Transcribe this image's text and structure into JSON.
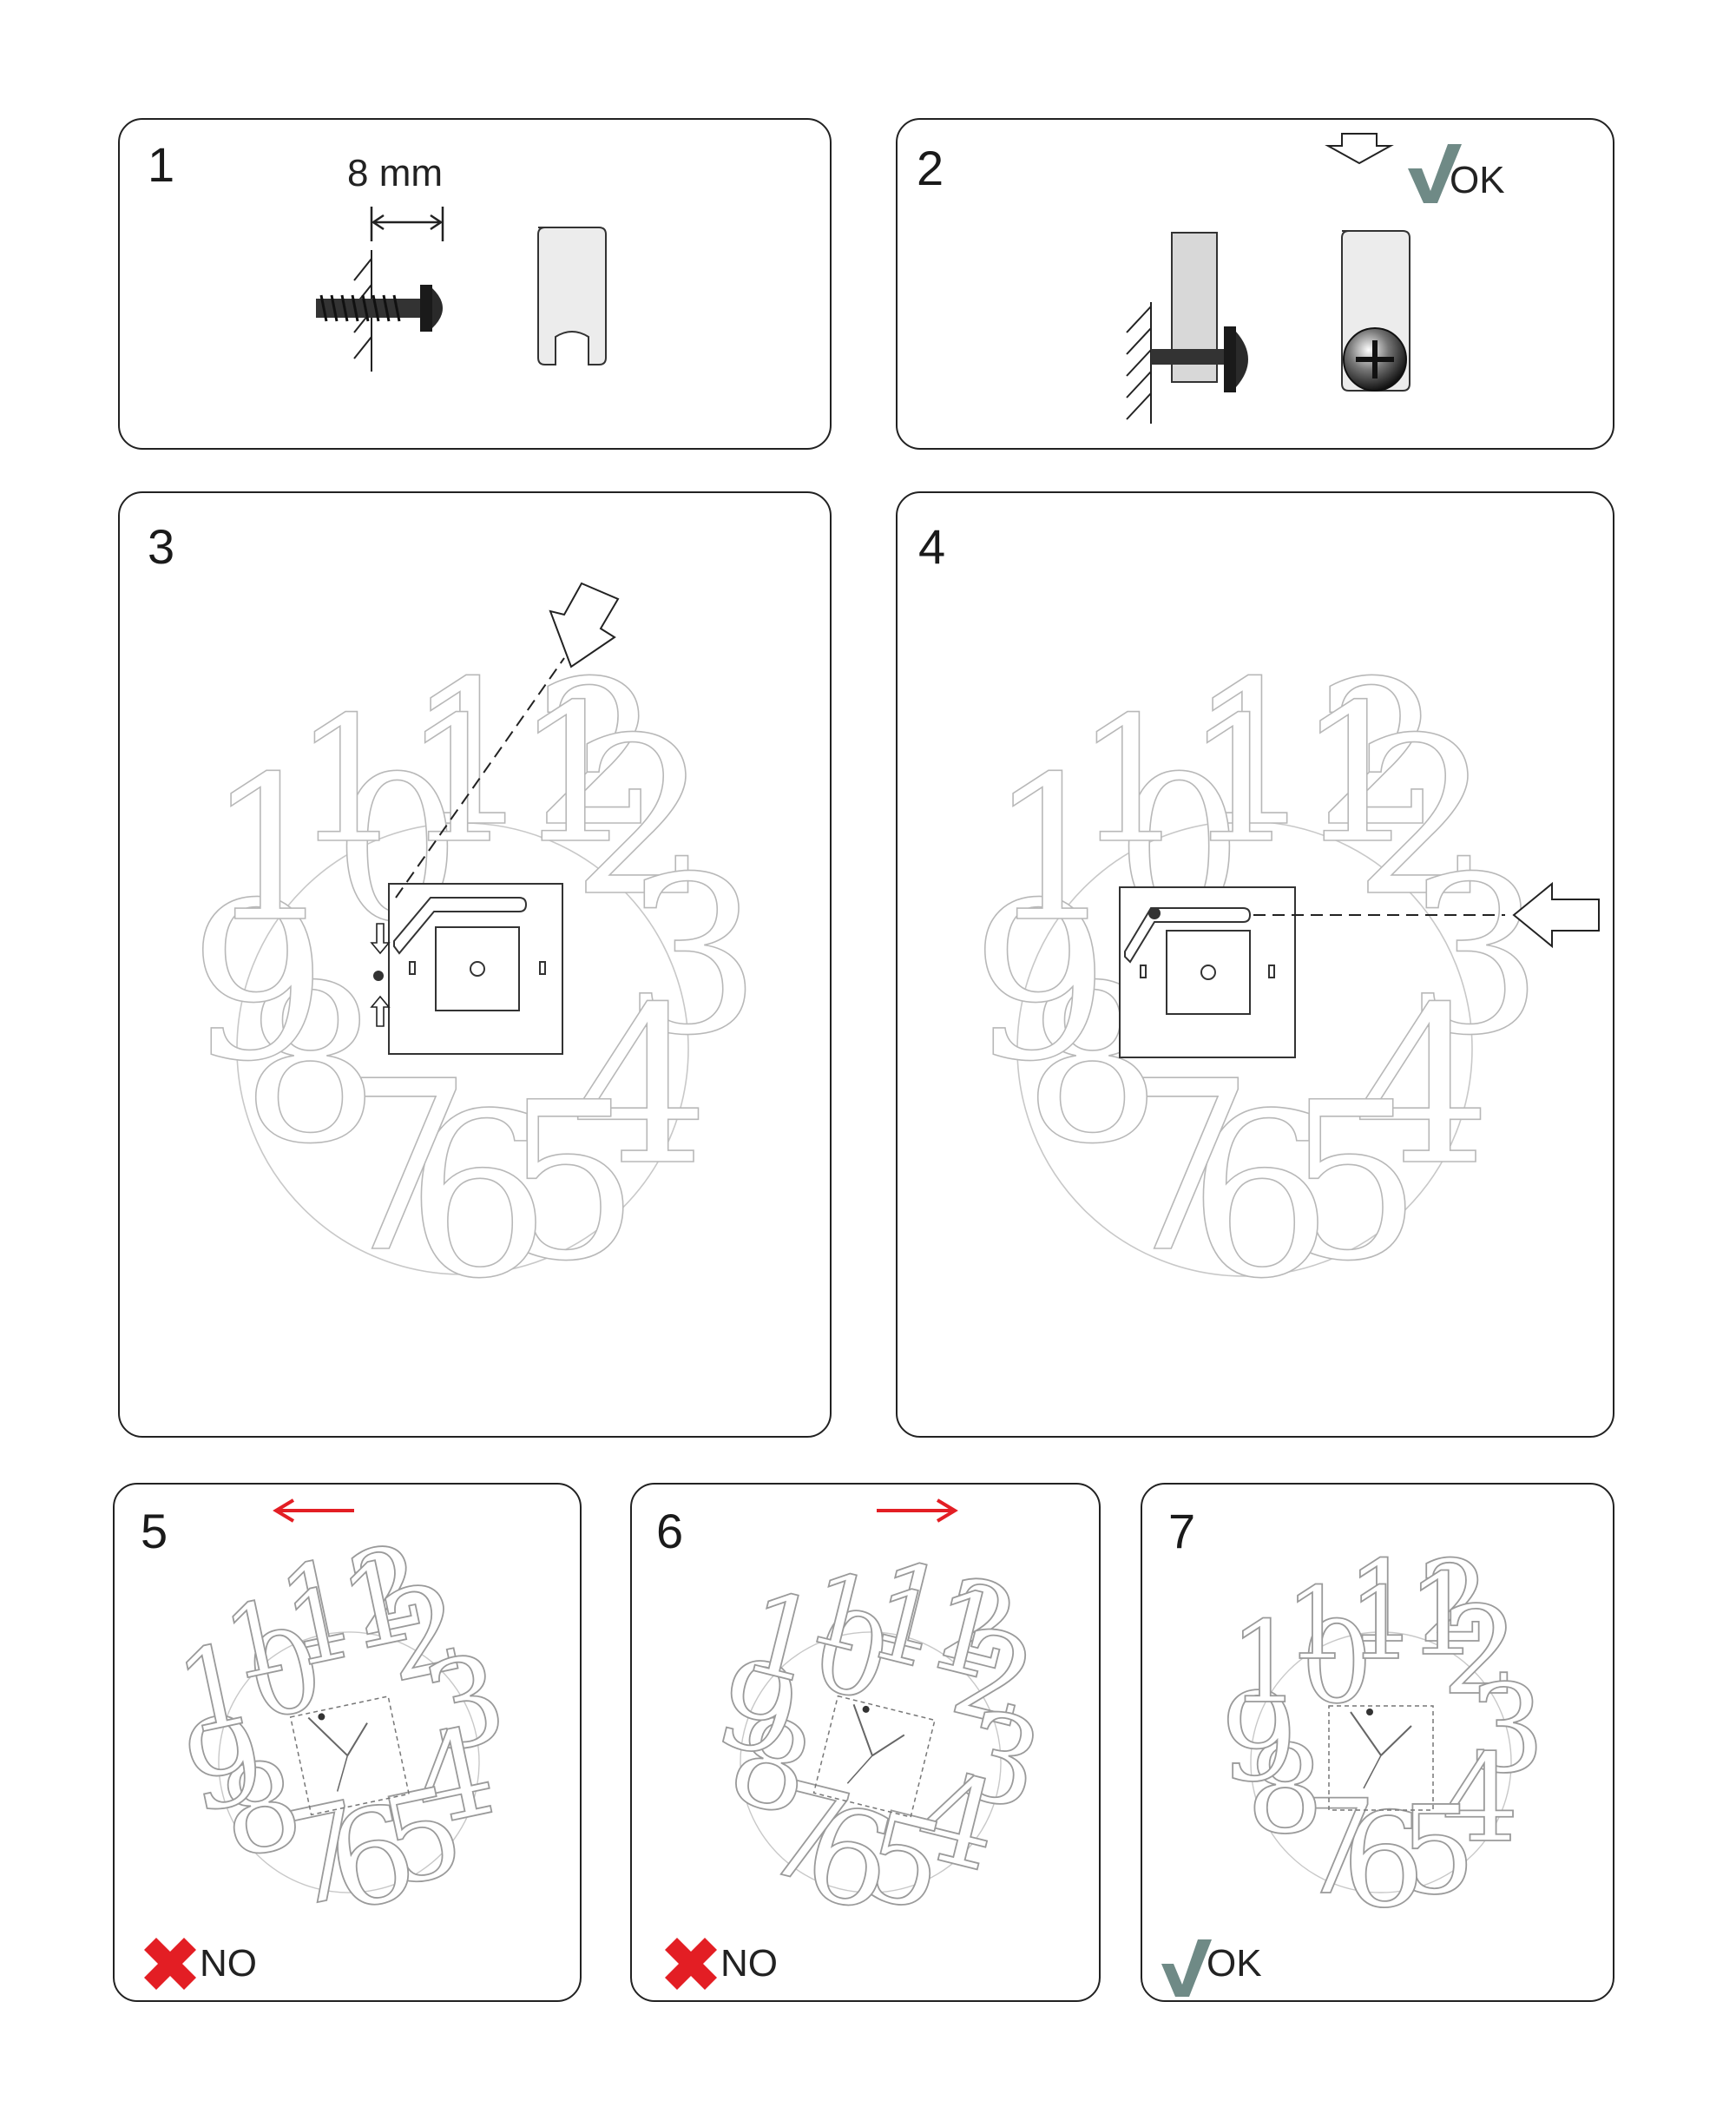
{
  "panels": [
    {
      "step": "1",
      "measure_label": "8 mm"
    },
    {
      "step": "2",
      "ok_label": "OK"
    },
    {
      "step": "3"
    },
    {
      "step": "4"
    },
    {
      "step": "5",
      "verdict_label": "NO"
    },
    {
      "step": "6",
      "verdict_label": "NO"
    },
    {
      "step": "7",
      "verdict_label": "OK"
    }
  ],
  "clock_numbers": [
    "12",
    "1",
    "2",
    "3",
    "4",
    "5",
    "6",
    "7",
    "8",
    "9",
    "10",
    "11"
  ],
  "icons": {
    "screw": "screw-icon",
    "bracket": "bracket-icon",
    "wall": "wall-hatch-icon",
    "down_arrow": "down-arrow-icon",
    "check": "check-icon",
    "cross": "cross-icon",
    "direction_arrow": "direction-arrow-icon"
  },
  "colors": {
    "check": "#6f8a86",
    "cross": "#e31e24",
    "arrow_red": "#e31e24",
    "outline": "#222222",
    "clock_outline": "#b8b8b8"
  }
}
